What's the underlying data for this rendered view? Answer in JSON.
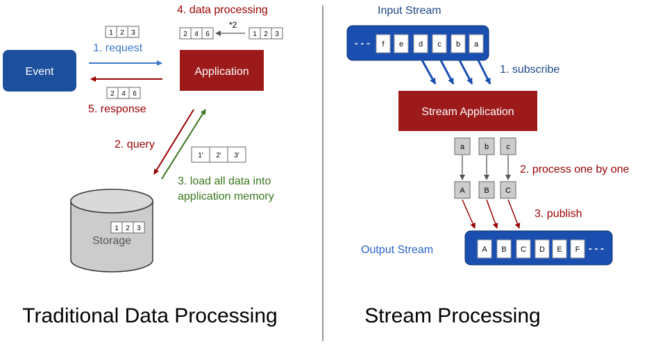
{
  "left": {
    "caption": "Traditional Data Processing",
    "event_label": "Event",
    "application_label": "Application",
    "storage_label": "Storage",
    "step1": "1. request",
    "step2": "2. query",
    "step3_line1": "3. load all data into",
    "step3_line2": "application memory",
    "step4": "4. data processing",
    "step5": "5. response",
    "multiplier": "*2",
    "input_array": [
      "1",
      "2",
      "3"
    ],
    "output_array": [
      "2",
      "4",
      "6"
    ],
    "response_array": [
      "2",
      "4",
      "6"
    ],
    "loaded_array": [
      "1'",
      "2'",
      "3'"
    ],
    "storage_array": [
      "1",
      "2",
      "3"
    ]
  },
  "right": {
    "caption": "Stream Processing",
    "input_stream_label": "Input Stream",
    "output_stream_label": "Output Stream",
    "application_label": "Stream Application",
    "step1": "1. subscribe",
    "step2": "2. process one by one",
    "step3": "3. publish",
    "input_items": [
      "f",
      "e",
      "d",
      "c",
      "b",
      "a"
    ],
    "input_ellipsis": "- - -",
    "output_items": [
      "A",
      "B",
      "C",
      "D",
      "E",
      "F"
    ],
    "output_ellipsis": "- - -",
    "process_inputs": [
      "a",
      "b",
      "c"
    ],
    "process_outputs": [
      "A",
      "B",
      "C"
    ]
  },
  "colors": {
    "event_blue": "#1c4f9c",
    "application_red": "#9c1a1a",
    "request_arrow": "#3c78c8",
    "query_red": "#990000",
    "load_green": "#38761d",
    "stream_blue": "#1a4fb0",
    "cell_gray": "#cccccc"
  }
}
